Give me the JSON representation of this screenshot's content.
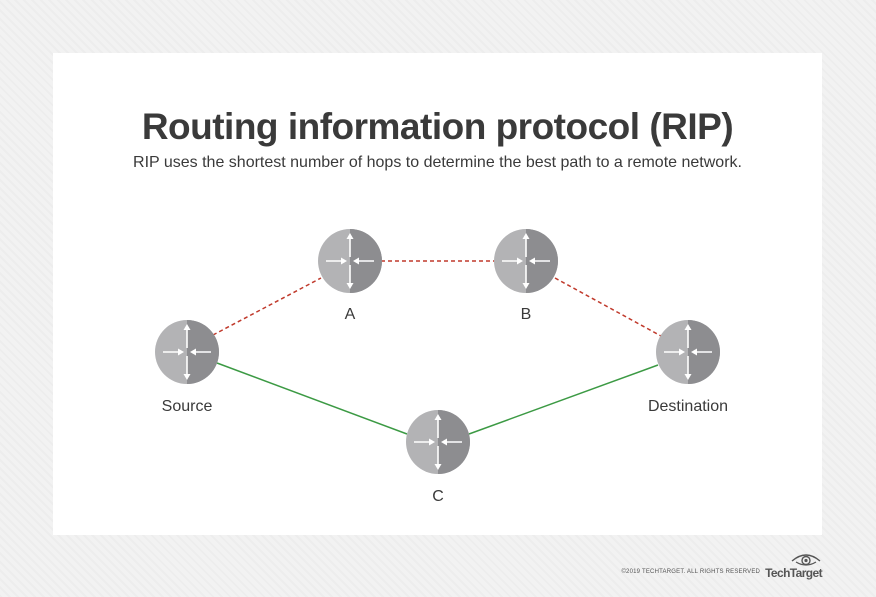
{
  "title": "Routing information protocol (RIP)",
  "subtitle": "RIP uses the shortest number of hops to determine the best path to a remote network.",
  "nodes": {
    "source": {
      "label": "Source"
    },
    "a": {
      "label": "A"
    },
    "b": {
      "label": "B"
    },
    "c": {
      "label": "C"
    },
    "destination": {
      "label": "Destination"
    }
  },
  "edges": [
    {
      "from": "source",
      "to": "a",
      "style": "dashed",
      "color": "#c0392b"
    },
    {
      "from": "a",
      "to": "b",
      "style": "dashed",
      "color": "#c0392b"
    },
    {
      "from": "b",
      "to": "destination",
      "style": "dashed",
      "color": "#c0392b"
    },
    {
      "from": "source",
      "to": "c",
      "style": "solid",
      "color": "#3c9a44"
    },
    {
      "from": "c",
      "to": "destination",
      "style": "solid",
      "color": "#3c9a44"
    }
  ],
  "colors": {
    "router_light": "#b3b3b5",
    "router_dark": "#8d8d90",
    "text": "#3a3a3a",
    "dashed_path": "#c0392b",
    "solid_path": "#3c9a44"
  },
  "footer": {
    "copyright": "©2019 TECHTARGET. ALL RIGHTS RESERVED",
    "brand": "TechTarget",
    "brand_icon": "eye-icon"
  }
}
